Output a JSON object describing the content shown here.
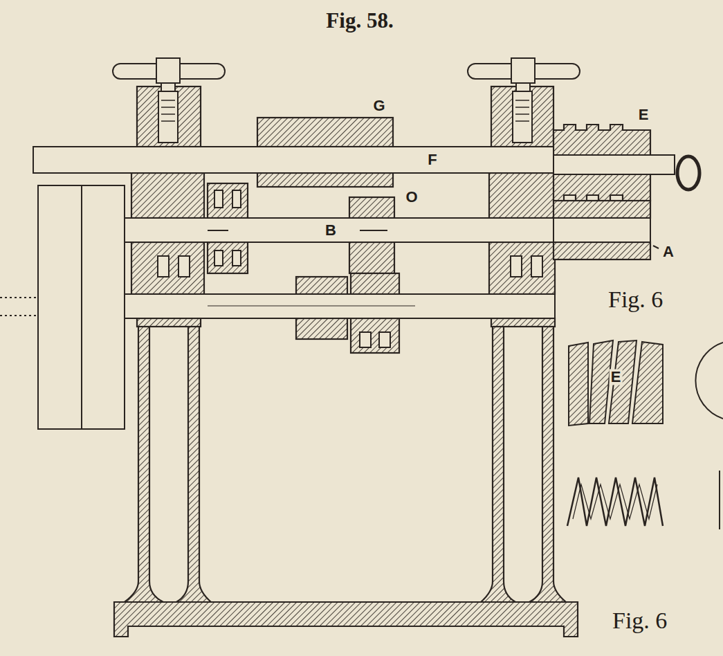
{
  "diagram": {
    "title": "Fig. 58.",
    "labels": [
      "G",
      "E",
      "F",
      "O",
      "B",
      "A",
      "Fig. 6",
      "E",
      "Fig. 6"
    ]
  }
}
